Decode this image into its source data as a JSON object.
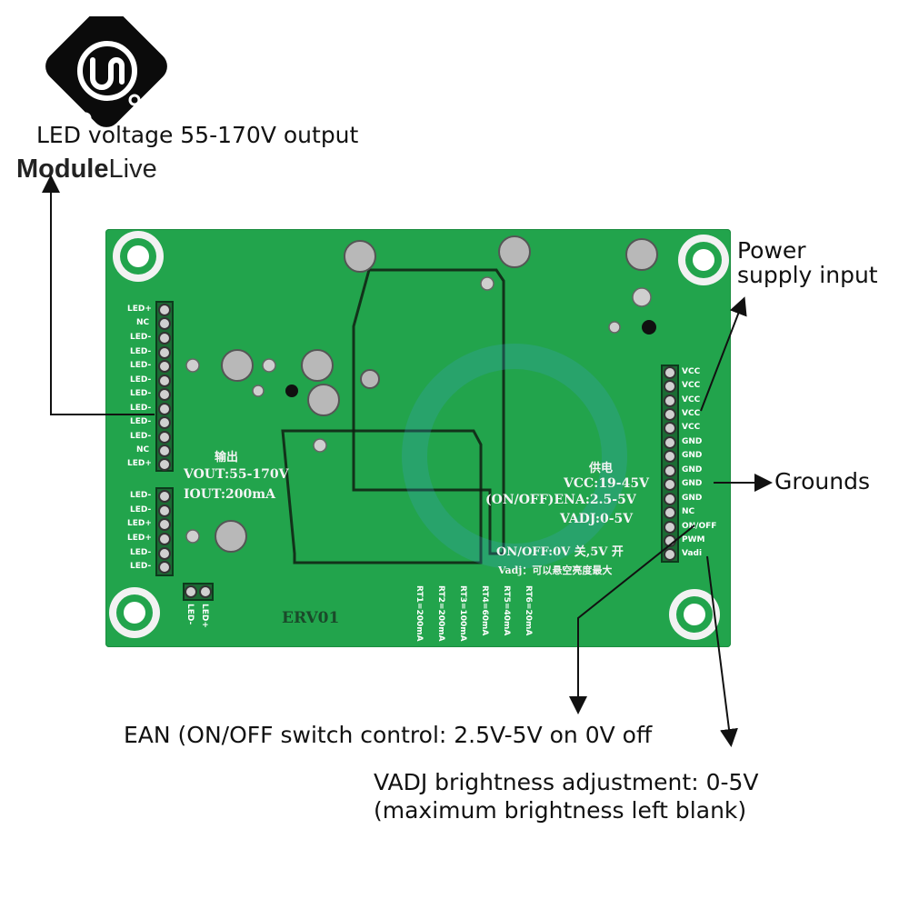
{
  "logo": {
    "brand_bold": "Module",
    "brand_light": "Live"
  },
  "callouts": {
    "led_output": "LED voltage 55-170V output",
    "power_input_line1": "Power",
    "power_input_line2": "supply input",
    "grounds": "Grounds",
    "ean": "EAN (ON/OFF switch control: 2.5V-5V on 0V off",
    "vadj_line1": "VADJ brightness adjustment: 0-5V",
    "vadj_line2": "(maximum brightness left blank)"
  },
  "board": {
    "model": "ERV01",
    "output_title": "输出",
    "vout": "VOUT:55-170V",
    "iout": "IOUT:200mA",
    "supply_title": "供电",
    "vcc": "VCC:19-45V",
    "ena": "(ON/OFF)ENA:2.5-5V",
    "vadj": "VADJ:0-5V",
    "onoff_note": "ON/OFF:0V 关,5V 开",
    "vadj_note": "Vadj：可以悬空亮度最大",
    "left_header_labels": [
      "LED+",
      "NC",
      "LED-",
      "LED-",
      "LED-",
      "LED-",
      "LED-",
      "LED-",
      "LED-",
      "LED-",
      "NC",
      "LED+"
    ],
    "left_header2_labels": [
      "LED-",
      "LED-",
      "LED+",
      "LED+",
      "LED-",
      "LED-"
    ],
    "bottom_header_labels": [
      "LED-",
      "LED+"
    ],
    "right_header_labels": [
      "VCC",
      "VCC",
      "VCC",
      "VCC",
      "VCC",
      "GND",
      "GND",
      "GND",
      "GND",
      "GND",
      "NC",
      "ON/OFF",
      "PWM",
      "Vadi"
    ],
    "rt_labels": [
      "RT1=200mA",
      "RT2=200mA",
      "RT3=100mA",
      "RT4=60mA",
      "RT5=40mA",
      "RT6=20mA"
    ]
  },
  "colors": {
    "board_green": "#22a44c",
    "pad_silver": "#b8b8b8",
    "text_dark": "#111111"
  }
}
